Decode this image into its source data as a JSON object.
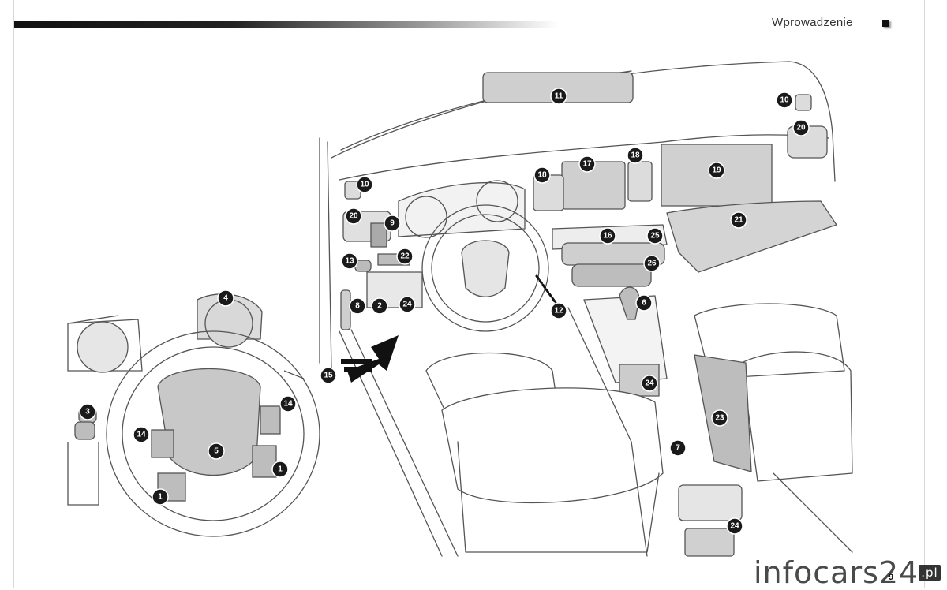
{
  "header": {
    "section_title": "Wprowadzenie",
    "page_number": "9"
  },
  "watermark": {
    "text": "infocars24",
    "tld": ".pl"
  },
  "callouts": {
    "c1a": "1",
    "c1b": "1",
    "c2": "2",
    "c3": "3",
    "c4": "4",
    "c5": "5",
    "c6": "6",
    "c7": "7",
    "c8": "8",
    "c9": "9",
    "c10a": "10",
    "c10b": "10",
    "c11": "11",
    "c12": "12",
    "c13": "13",
    "c14a": "14",
    "c14b": "14",
    "c15": "15",
    "c16": "16",
    "c17": "17",
    "c18a": "18",
    "c18b": "18",
    "c19": "19",
    "c20a": "20",
    "c20b": "20",
    "c21": "21",
    "c22": "22",
    "c23": "23",
    "c24a": "24",
    "c24b": "24",
    "c24c": "24",
    "c25": "25",
    "c26": "26"
  },
  "colors": {
    "callout_fill": "#1a1a1a",
    "line_art": "#555555",
    "panel_grey": "#c8c8c8"
  }
}
